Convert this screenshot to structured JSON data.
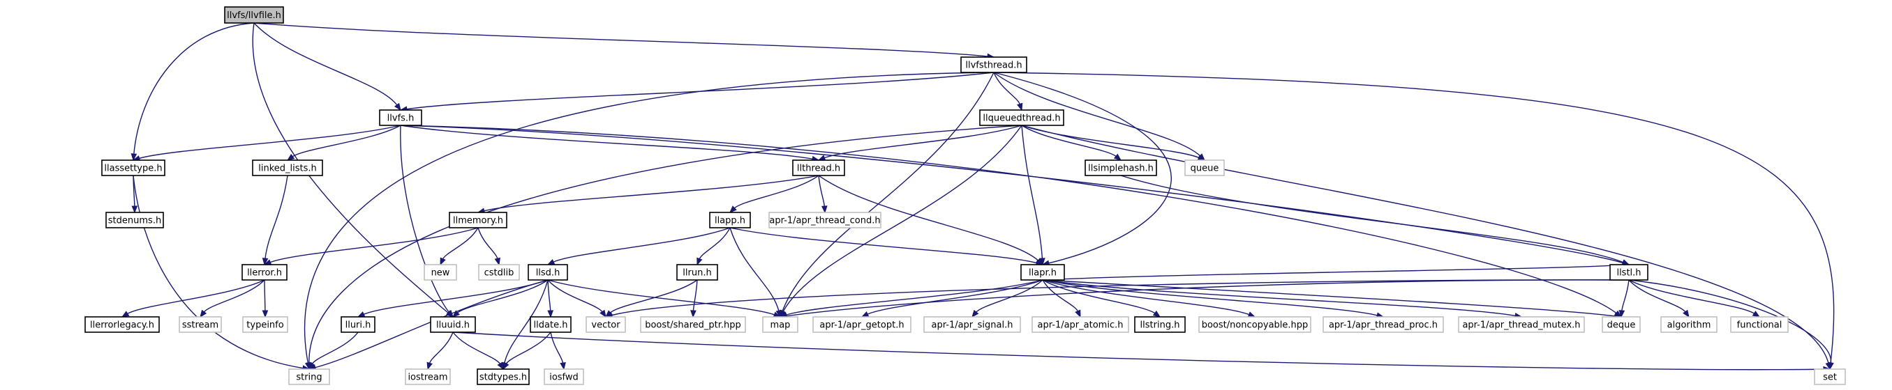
{
  "diagram": {
    "nodes": [
      {
        "id": "llvfs_llvfile",
        "label": "llvfs/llvfile.h",
        "style": "root"
      },
      {
        "id": "llvfsthread",
        "label": "llvfsthread.h",
        "style": "file"
      },
      {
        "id": "llvfs",
        "label": "llvfs.h",
        "style": "file"
      },
      {
        "id": "llqueuedthread",
        "label": "llqueuedthread.h",
        "style": "file"
      },
      {
        "id": "llassettype",
        "label": "llassettype.h",
        "style": "file"
      },
      {
        "id": "linked_lists",
        "label": "linked_lists.h",
        "style": "file"
      },
      {
        "id": "llthread",
        "label": "llthread.h",
        "style": "file"
      },
      {
        "id": "llsimplehash",
        "label": "llsimplehash.h",
        "style": "file"
      },
      {
        "id": "queue",
        "label": "queue",
        "style": "system"
      },
      {
        "id": "stdenums",
        "label": "stdenums.h",
        "style": "file"
      },
      {
        "id": "llmemory",
        "label": "llmemory.h",
        "style": "file"
      },
      {
        "id": "llapp",
        "label": "llapp.h",
        "style": "file"
      },
      {
        "id": "apr_thread_cond",
        "label": "apr-1/apr_thread_cond.h",
        "style": "system"
      },
      {
        "id": "new",
        "label": "new",
        "style": "system"
      },
      {
        "id": "cstdlib",
        "label": "cstdlib",
        "style": "system"
      },
      {
        "id": "llerror",
        "label": "llerror.h",
        "style": "file"
      },
      {
        "id": "llsd",
        "label": "llsd.h",
        "style": "file"
      },
      {
        "id": "llrun",
        "label": "llrun.h",
        "style": "file"
      },
      {
        "id": "llapr",
        "label": "llapr.h",
        "style": "file"
      },
      {
        "id": "llstl",
        "label": "llstl.h",
        "style": "file"
      },
      {
        "id": "llerrorlegacy",
        "label": "llerrorlegacy.h",
        "style": "file"
      },
      {
        "id": "sstream",
        "label": "sstream",
        "style": "system"
      },
      {
        "id": "typeinfo",
        "label": "typeinfo",
        "style": "system"
      },
      {
        "id": "lluri",
        "label": "lluri.h",
        "style": "file"
      },
      {
        "id": "lluuid",
        "label": "lluuid.h",
        "style": "file"
      },
      {
        "id": "lldate",
        "label": "lldate.h",
        "style": "file"
      },
      {
        "id": "vector",
        "label": "vector",
        "style": "system"
      },
      {
        "id": "boost_shared_ptr",
        "label": "boost/shared_ptr.hpp",
        "style": "system"
      },
      {
        "id": "map",
        "label": "map",
        "style": "system"
      },
      {
        "id": "apr_getopt",
        "label": "apr-1/apr_getopt.h",
        "style": "system"
      },
      {
        "id": "apr_signal",
        "label": "apr-1/apr_signal.h",
        "style": "system"
      },
      {
        "id": "apr_atomic",
        "label": "apr-1/apr_atomic.h",
        "style": "system"
      },
      {
        "id": "llstring",
        "label": "llstring.h",
        "style": "file"
      },
      {
        "id": "boost_noncopyable",
        "label": "boost/noncopyable.hpp",
        "style": "system"
      },
      {
        "id": "apr_thread_proc",
        "label": "apr-1/apr_thread_proc.h",
        "style": "system"
      },
      {
        "id": "apr_thread_mutex",
        "label": "apr-1/apr_thread_mutex.h",
        "style": "system"
      },
      {
        "id": "deque",
        "label": "deque",
        "style": "system"
      },
      {
        "id": "algorithm",
        "label": "algorithm",
        "style": "system"
      },
      {
        "id": "functional",
        "label": "functional",
        "style": "system"
      },
      {
        "id": "string",
        "label": "string",
        "style": "system"
      },
      {
        "id": "iostream",
        "label": "iostream",
        "style": "system"
      },
      {
        "id": "stdtypes",
        "label": "stdtypes.h",
        "style": "file"
      },
      {
        "id": "iosfwd",
        "label": "iosfwd",
        "style": "system"
      },
      {
        "id": "set",
        "label": "set",
        "style": "system"
      }
    ],
    "edges": [
      [
        "llvfs_llvfile",
        "llvfsthread"
      ],
      [
        "llvfs_llvfile",
        "llvfs"
      ],
      [
        "llvfs_llvfile",
        "llassettype"
      ],
      [
        "llvfs_llvfile",
        "lluuid"
      ],
      [
        "llvfsthread",
        "llvfs"
      ],
      [
        "llvfsthread",
        "llqueuedthread"
      ],
      [
        "llvfsthread",
        "queue"
      ],
      [
        "llvfsthread",
        "llapr"
      ],
      [
        "llvfsthread",
        "map"
      ],
      [
        "llvfsthread",
        "string"
      ],
      [
        "llvfsthread",
        "set"
      ],
      [
        "llvfs",
        "llassettype"
      ],
      [
        "llvfs",
        "linked_lists"
      ],
      [
        "llvfs",
        "llthread"
      ],
      [
        "llvfs",
        "lluuid"
      ],
      [
        "llvfs",
        "llstl"
      ],
      [
        "llvfs",
        "deque"
      ],
      [
        "llqueuedthread",
        "llthread"
      ],
      [
        "llqueuedthread",
        "llsimplehash"
      ],
      [
        "llqueuedthread",
        "queue"
      ],
      [
        "llqueuedthread",
        "llapr"
      ],
      [
        "llqueuedthread",
        "map"
      ],
      [
        "llqueuedthread",
        "string"
      ],
      [
        "llqueuedthread",
        "set"
      ],
      [
        "llassettype",
        "stdenums"
      ],
      [
        "llassettype",
        "string"
      ],
      [
        "linked_lists",
        "llerror"
      ],
      [
        "llthread",
        "llmemory"
      ],
      [
        "llthread",
        "llapp"
      ],
      [
        "llthread",
        "apr_thread_cond"
      ],
      [
        "llthread",
        "llapr"
      ],
      [
        "llsimplehash",
        "llstl"
      ],
      [
        "llmemory",
        "new"
      ],
      [
        "llmemory",
        "cstdlib"
      ],
      [
        "llmemory",
        "llerror"
      ],
      [
        "llapp",
        "llsd"
      ],
      [
        "llapp",
        "llrun"
      ],
      [
        "llapp",
        "llapr"
      ],
      [
        "llapp",
        "map"
      ],
      [
        "llerror",
        "llerrorlegacy"
      ],
      [
        "llerror",
        "sstream"
      ],
      [
        "llerror",
        "typeinfo"
      ],
      [
        "llsd",
        "lluri"
      ],
      [
        "llsd",
        "lluuid"
      ],
      [
        "llsd",
        "lldate"
      ],
      [
        "llsd",
        "vector"
      ],
      [
        "llsd",
        "map"
      ],
      [
        "llsd",
        "string"
      ],
      [
        "llsd",
        "stdtypes"
      ],
      [
        "llrun",
        "vector"
      ],
      [
        "llrun",
        "boost_shared_ptr"
      ],
      [
        "llapr",
        "llstl"
      ],
      [
        "llapr",
        "map"
      ],
      [
        "llapr",
        "apr_getopt"
      ],
      [
        "llapr",
        "apr_signal"
      ],
      [
        "llapr",
        "apr_atomic"
      ],
      [
        "llapr",
        "llstring"
      ],
      [
        "llapr",
        "boost_noncopyable"
      ],
      [
        "llapr",
        "apr_thread_proc"
      ],
      [
        "llapr",
        "apr_thread_mutex"
      ],
      [
        "llapr",
        "deque"
      ],
      [
        "llstl",
        "map"
      ],
      [
        "llstl",
        "vector"
      ],
      [
        "llstl",
        "deque"
      ],
      [
        "llstl",
        "algorithm"
      ],
      [
        "llstl",
        "functional"
      ],
      [
        "llstl",
        "set"
      ],
      [
        "lluri",
        "string"
      ],
      [
        "lluuid",
        "iostream"
      ],
      [
        "lluuid",
        "stdtypes"
      ],
      [
        "lluuid",
        "set"
      ],
      [
        "lldate",
        "stdtypes"
      ],
      [
        "lldate",
        "iosfwd"
      ]
    ],
    "colors": {
      "edge": "#191970",
      "root_fill": "#bfbfbf",
      "file_border": "#000000",
      "system_border": "#bfbfbf",
      "background": "#ffffff"
    }
  }
}
